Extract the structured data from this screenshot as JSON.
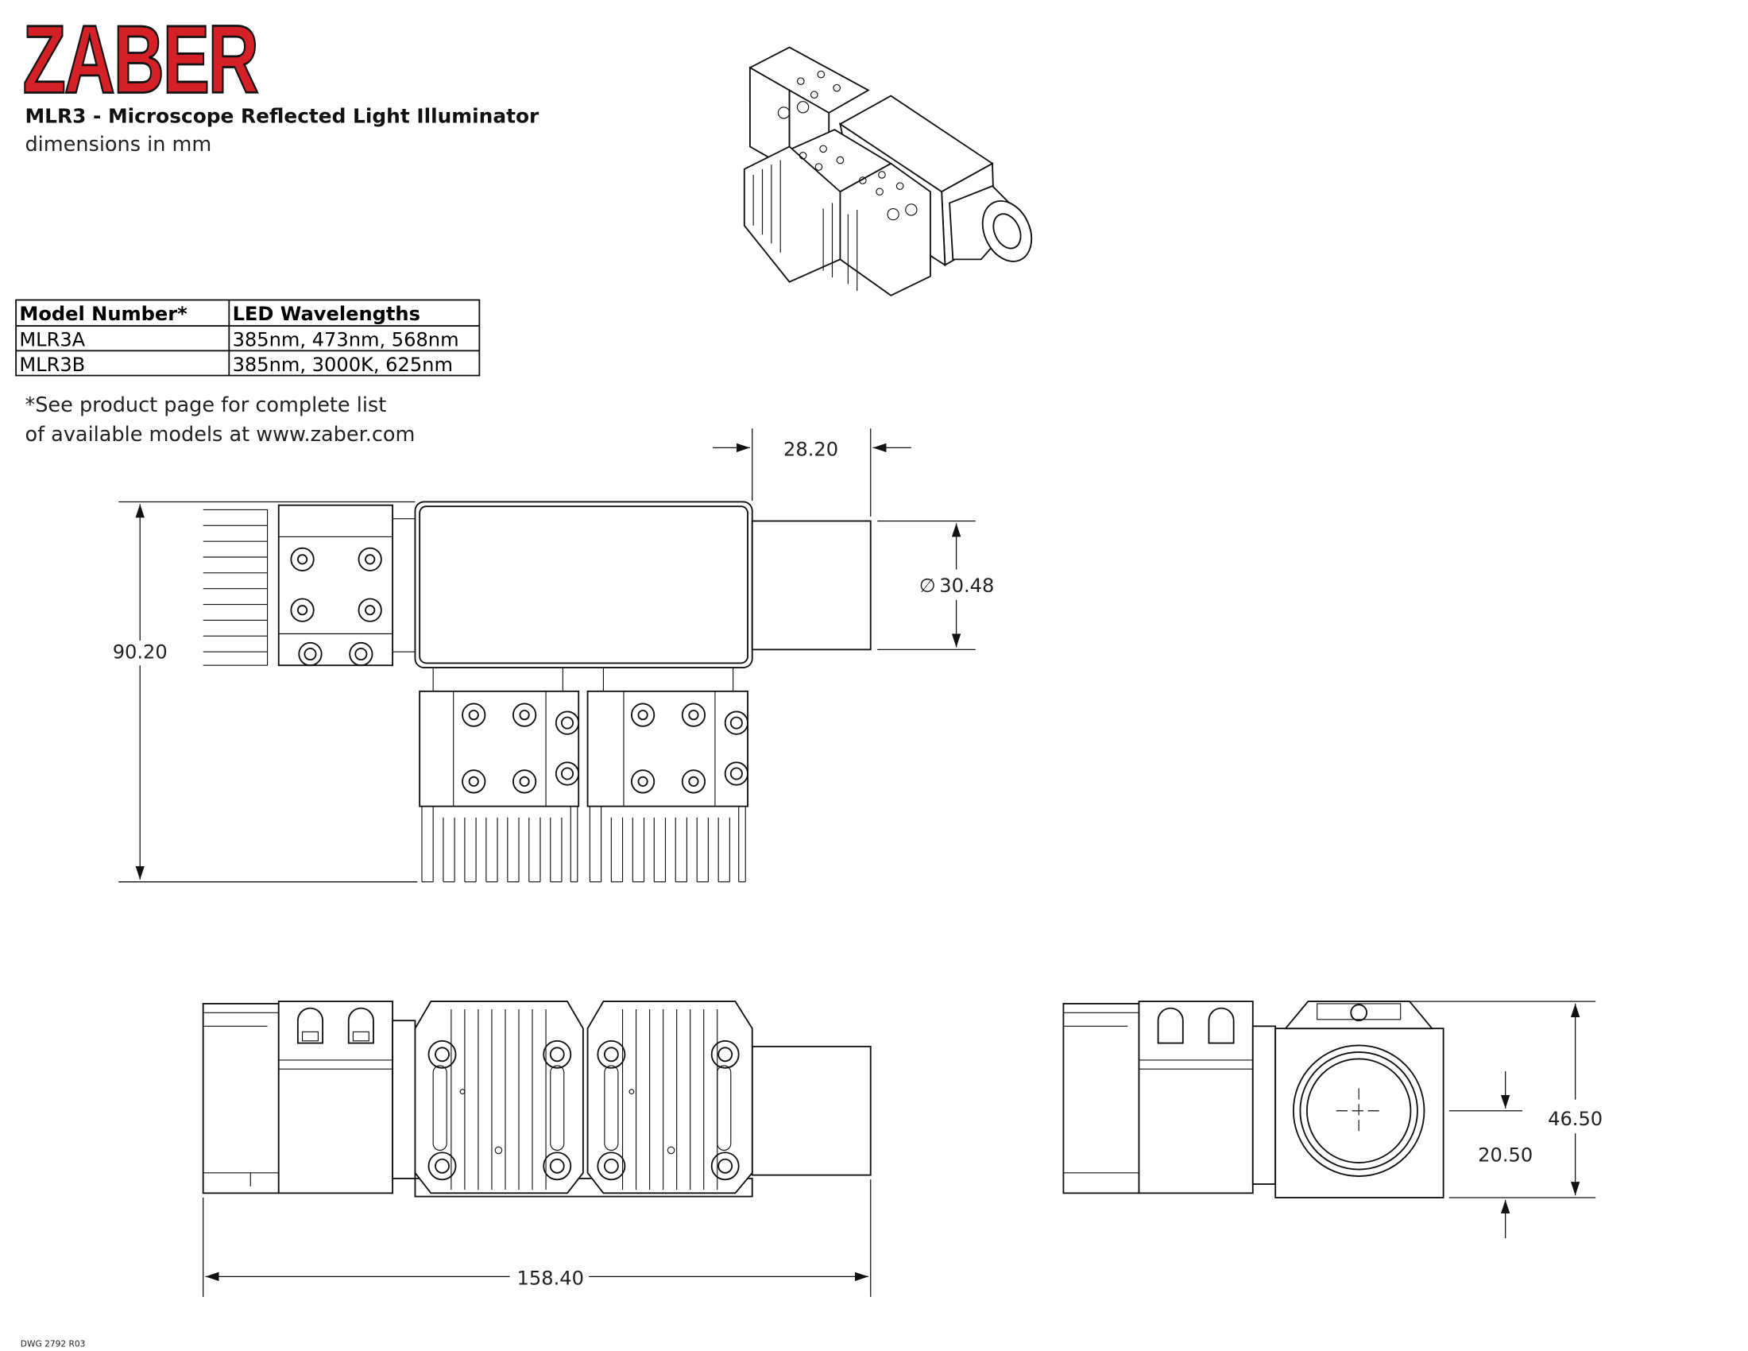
{
  "header": {
    "logo": "ZABER",
    "title": "MLR3 - Microscope Reflected Light Illuminator",
    "subtitle": "dimensions in mm"
  },
  "model_table": {
    "columns": [
      "Model Number*",
      "LED Wavelengths"
    ],
    "rows": [
      [
        "MLR3A",
        "385nm, 473nm, 568nm"
      ],
      [
        "MLR3B",
        "385nm, 3000K, 625nm"
      ]
    ]
  },
  "note": {
    "line1": "*See product page for complete list",
    "line2": "of available models at www.zaber.com"
  },
  "dimensions": {
    "tube_length": "28.20",
    "tube_diameter": "30.48",
    "diameter_symbol": "∅",
    "overall_depth": "90.20",
    "overall_width": "158.40",
    "overall_height": "46.50",
    "axis_height": "20.50"
  },
  "drawing_number": "DWG 2792 R03"
}
